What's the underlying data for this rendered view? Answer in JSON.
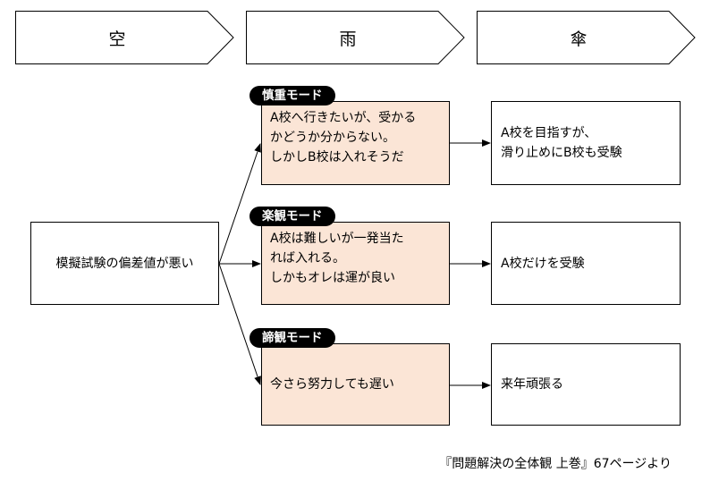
{
  "phases": {
    "sky": "空",
    "rain": "雨",
    "umbrella": "傘"
  },
  "situation": "模擬試験の偏差値が悪い",
  "modes": [
    {
      "tag": "慎重モード",
      "lines": [
        "A校へ行きたいが、受かる",
        "かどうか分からない。",
        "しかしB校は入れそうだ"
      ],
      "action_lines": [
        "A校を目指すが、",
        "滑り止めにB校も受験"
      ]
    },
    {
      "tag": "楽観モード",
      "lines": [
        "A校は難しいが一発当た",
        "れば入れる。",
        "しかもオレは運が良い"
      ],
      "action_lines": [
        "A校だけを受験"
      ]
    },
    {
      "tag": "諦観モード",
      "lines": [
        "今さら努力しても遅い"
      ],
      "action_lines": [
        "来年頑張る"
      ]
    }
  ],
  "source": "『問題解決の全体観 上巻』67ページより",
  "colors": {
    "mode_fill": "#fbe5d6",
    "tag_fill": "#000000",
    "tag_text": "#ffffff"
  }
}
